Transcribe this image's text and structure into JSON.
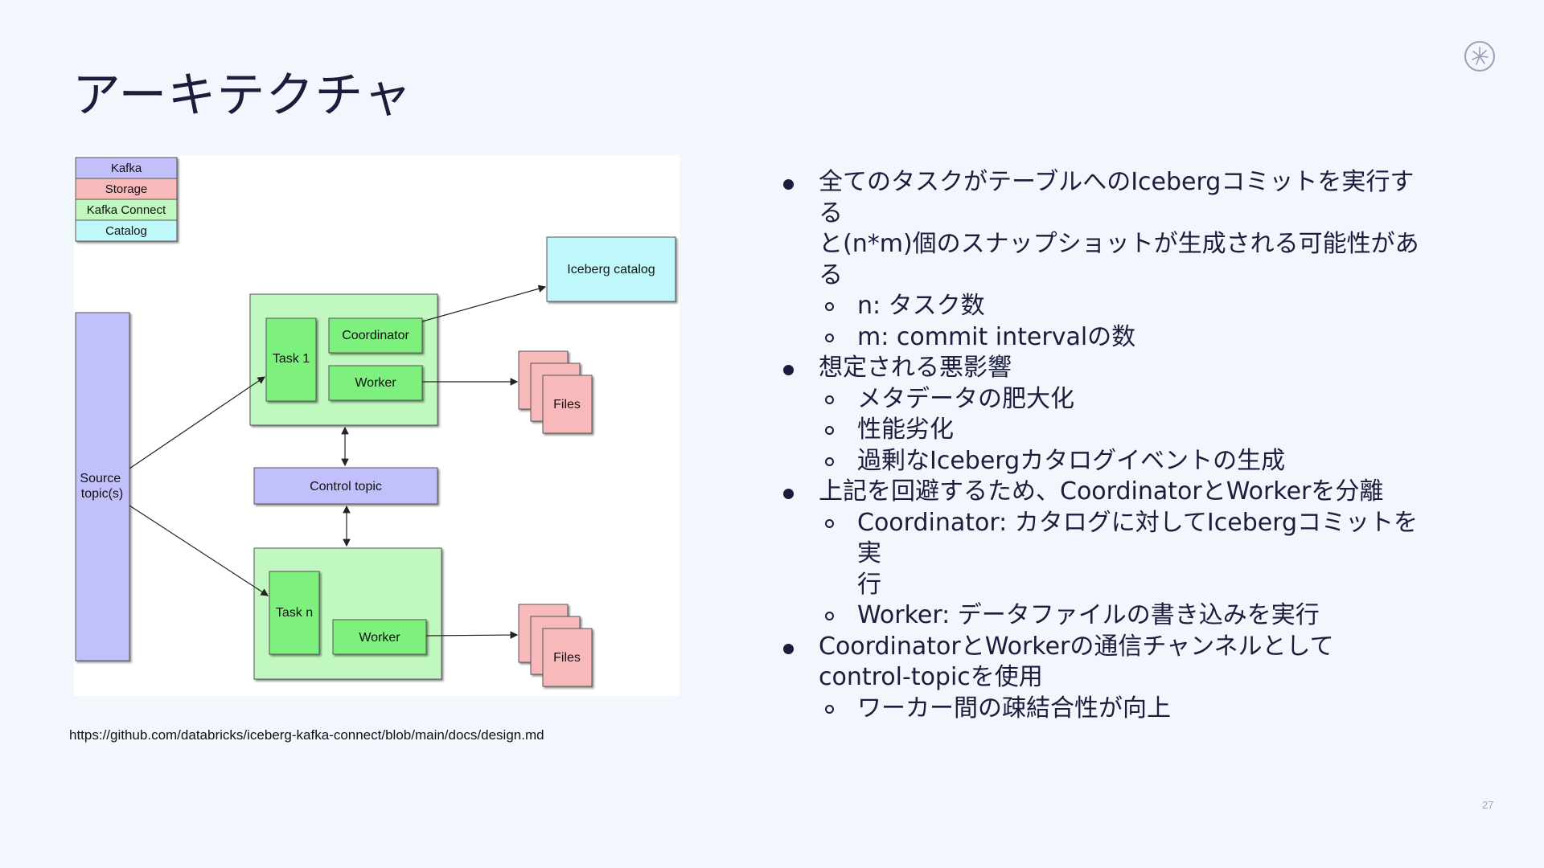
{
  "slide": {
    "title": "アーキテクチャ",
    "page_number": "27",
    "source_url": "https://github.com/databricks/iceberg-kafka-connect/blob/main/docs/design.md",
    "logo_icon": "spark-circle-icon"
  },
  "diagram": {
    "legend": [
      "Kafka",
      "Storage",
      "Kafka Connect",
      "Catalog"
    ],
    "iceberg_catalog": "Iceberg catalog",
    "source": "Source topic(s)",
    "task1": "Task 1",
    "coordinator": "Coordinator",
    "worker1": "Worker",
    "files1": "Files",
    "control_topic": "Control topic",
    "taskn": "Task n",
    "worker2": "Worker",
    "files2": "Files",
    "colors": {
      "kafka": "#c2c0fb",
      "storage": "#f8b9bb",
      "kafka_connect": "#c0f8bf",
      "catalog": "#c0f9fb",
      "task_inner": "#7df07d"
    }
  },
  "bullets": [
    {
      "level": 1,
      "text": "全てのタスクがテーブルへのIcebergコミットを実行する"
    },
    {
      "level": 1,
      "text": "と(n*m)個のスナップショットが生成される可能性がある",
      "continuation": true
    },
    {
      "level": 2,
      "text": "n: タスク数"
    },
    {
      "level": 2,
      "text": "m: commit intervalの数"
    },
    {
      "level": 1,
      "text": "想定される悪影響"
    },
    {
      "level": 2,
      "text": "メタデータの肥大化"
    },
    {
      "level": 2,
      "text": "性能劣化"
    },
    {
      "level": 2,
      "text": "過剰なIcebergカタログイベントの生成"
    },
    {
      "level": 1,
      "text": "上記を回避するため、CoordinatorとWorkerを分離"
    },
    {
      "level": 2,
      "text": "Coordinator: カタログに対してIcebergコミットを実"
    },
    {
      "level": 2,
      "text": "行",
      "continuation": true
    },
    {
      "level": 2,
      "text": "Worker: データファイルの書き込みを実行"
    },
    {
      "level": 1,
      "text": "CoordinatorとWorkerの通信チャンネルとして"
    },
    {
      "level": 1,
      "text": "control-topicを使用",
      "continuation": true
    },
    {
      "level": 2,
      "text": "ワーカー間の疎結合性が向上"
    }
  ]
}
